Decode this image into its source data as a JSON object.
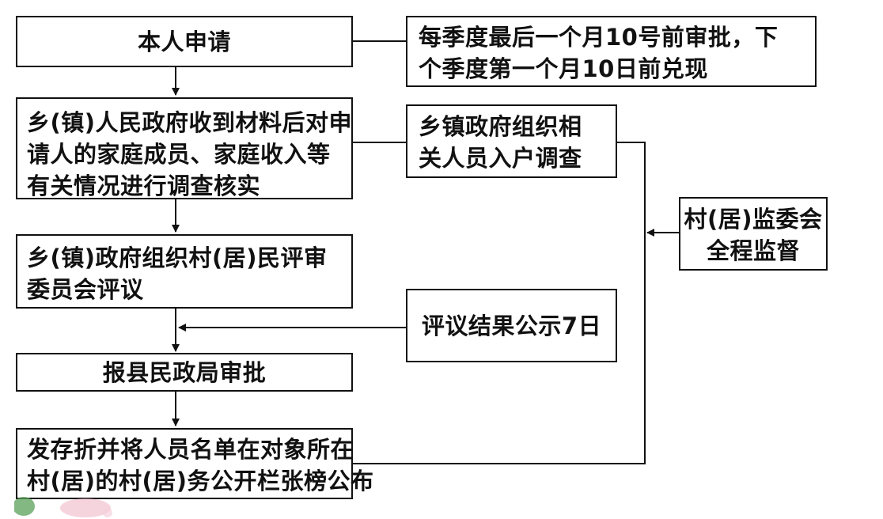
{
  "flowchart": {
    "steps": [
      {
        "lines": [
          "本人申请"
        ]
      },
      {
        "lines": [
          "乡(镇)人民政府收到材料后对申",
          "请人的家庭成员、家庭收入等",
          "有关情况进行调查核实"
        ]
      },
      {
        "lines": [
          "乡(镇)政府组织村(居)民评审",
          "委员会评议"
        ]
      },
      {
        "lines": [
          "报县民政局审批"
        ]
      },
      {
        "lines": [
          "发存折并将人员名单在对象所在",
          "村(居)的村(居)务公开栏张榜公布"
        ]
      }
    ],
    "notes": {
      "approval_schedule": [
        "每季度最后一个月10号前审批，下",
        "个季度第一个月10日前兑现"
      ],
      "survey": [
        "乡镇政府组织相",
        "关人员入户调查"
      ],
      "publicity": [
        "评议结果公示7日"
      ],
      "supervision": [
        "村(居)监委会",
        "全程监督"
      ]
    }
  },
  "colors": {
    "stroke": "#111111",
    "background": "#ffffff"
  }
}
